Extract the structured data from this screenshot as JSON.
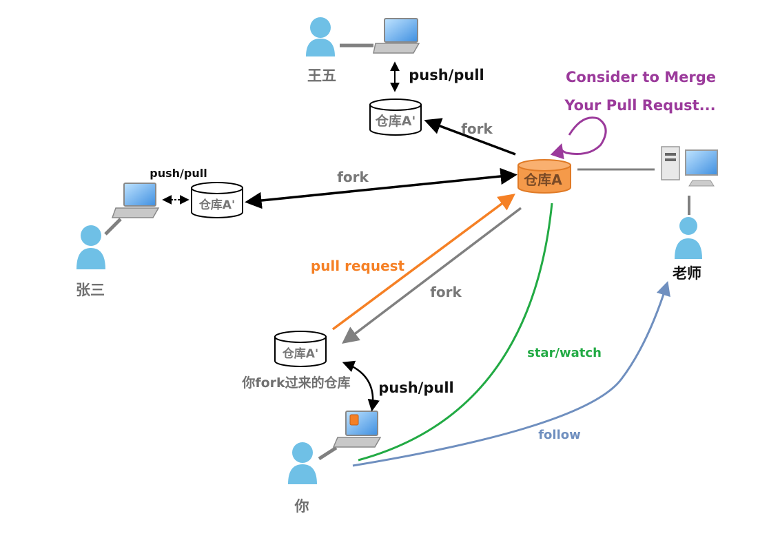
{
  "people": {
    "wangwu": "王五",
    "zhangsan": "张三",
    "teacher": "老师",
    "you": "你"
  },
  "repos": {
    "origin": "仓库A",
    "fork_wangwu": "仓库A'",
    "fork_zhangsan": "仓库A'",
    "fork_you": "仓库A'",
    "fork_you_caption": "你fork过来的仓库"
  },
  "edges": {
    "push_pull_wangwu": "push/pull",
    "push_pull_zhangsan": "push/pull",
    "push_pull_you": "push/pull",
    "fork_wangwu": "fork",
    "fork_zhangsan": "fork",
    "fork_you": "fork",
    "pull_request": "pull request",
    "star_watch": "star/watch",
    "follow": "follow"
  },
  "annotation": {
    "line1": "Consider to Merge",
    "line2": "Your Pull Requst..."
  },
  "colors": {
    "orange": "#f58025",
    "green": "#22aa44",
    "blue": "#6f8fbf",
    "purple": "#9b3a9b",
    "gray": "#808080",
    "person": "#6fc0e6"
  }
}
